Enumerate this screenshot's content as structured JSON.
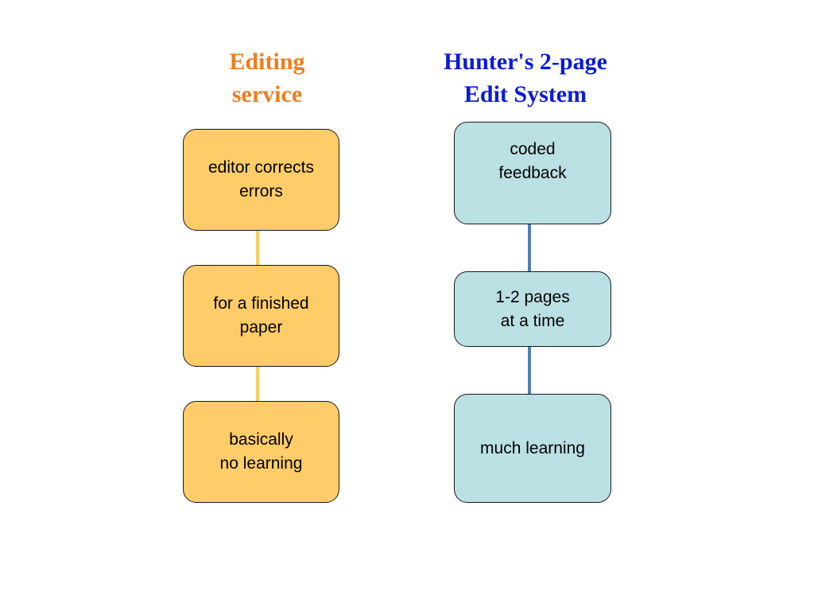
{
  "colors": {
    "left_heading": "#ee7d22",
    "right_heading": "#0b19d8",
    "left_box_fill": "#fecc69",
    "right_box_fill": "#bbe0e4",
    "left_connector": "#fdcc6a",
    "right_connector": "#4f7fb6"
  },
  "left_column": {
    "heading_line1": "Editing",
    "heading_line2": "service",
    "boxes": [
      {
        "line1": "editor corrects",
        "line2": "errors"
      },
      {
        "line1": "for a finished",
        "line2": "paper"
      },
      {
        "line1": "basically",
        "line2": "no learning"
      }
    ]
  },
  "right_column": {
    "heading_line1": "Hunter's 2-page",
    "heading_line2": "Edit System",
    "boxes": [
      {
        "line1": "coded",
        "line2": "feedback"
      },
      {
        "line1": "1-2 pages",
        "line2": "at a time"
      },
      {
        "line1": "much learning",
        "line2": ""
      }
    ]
  }
}
